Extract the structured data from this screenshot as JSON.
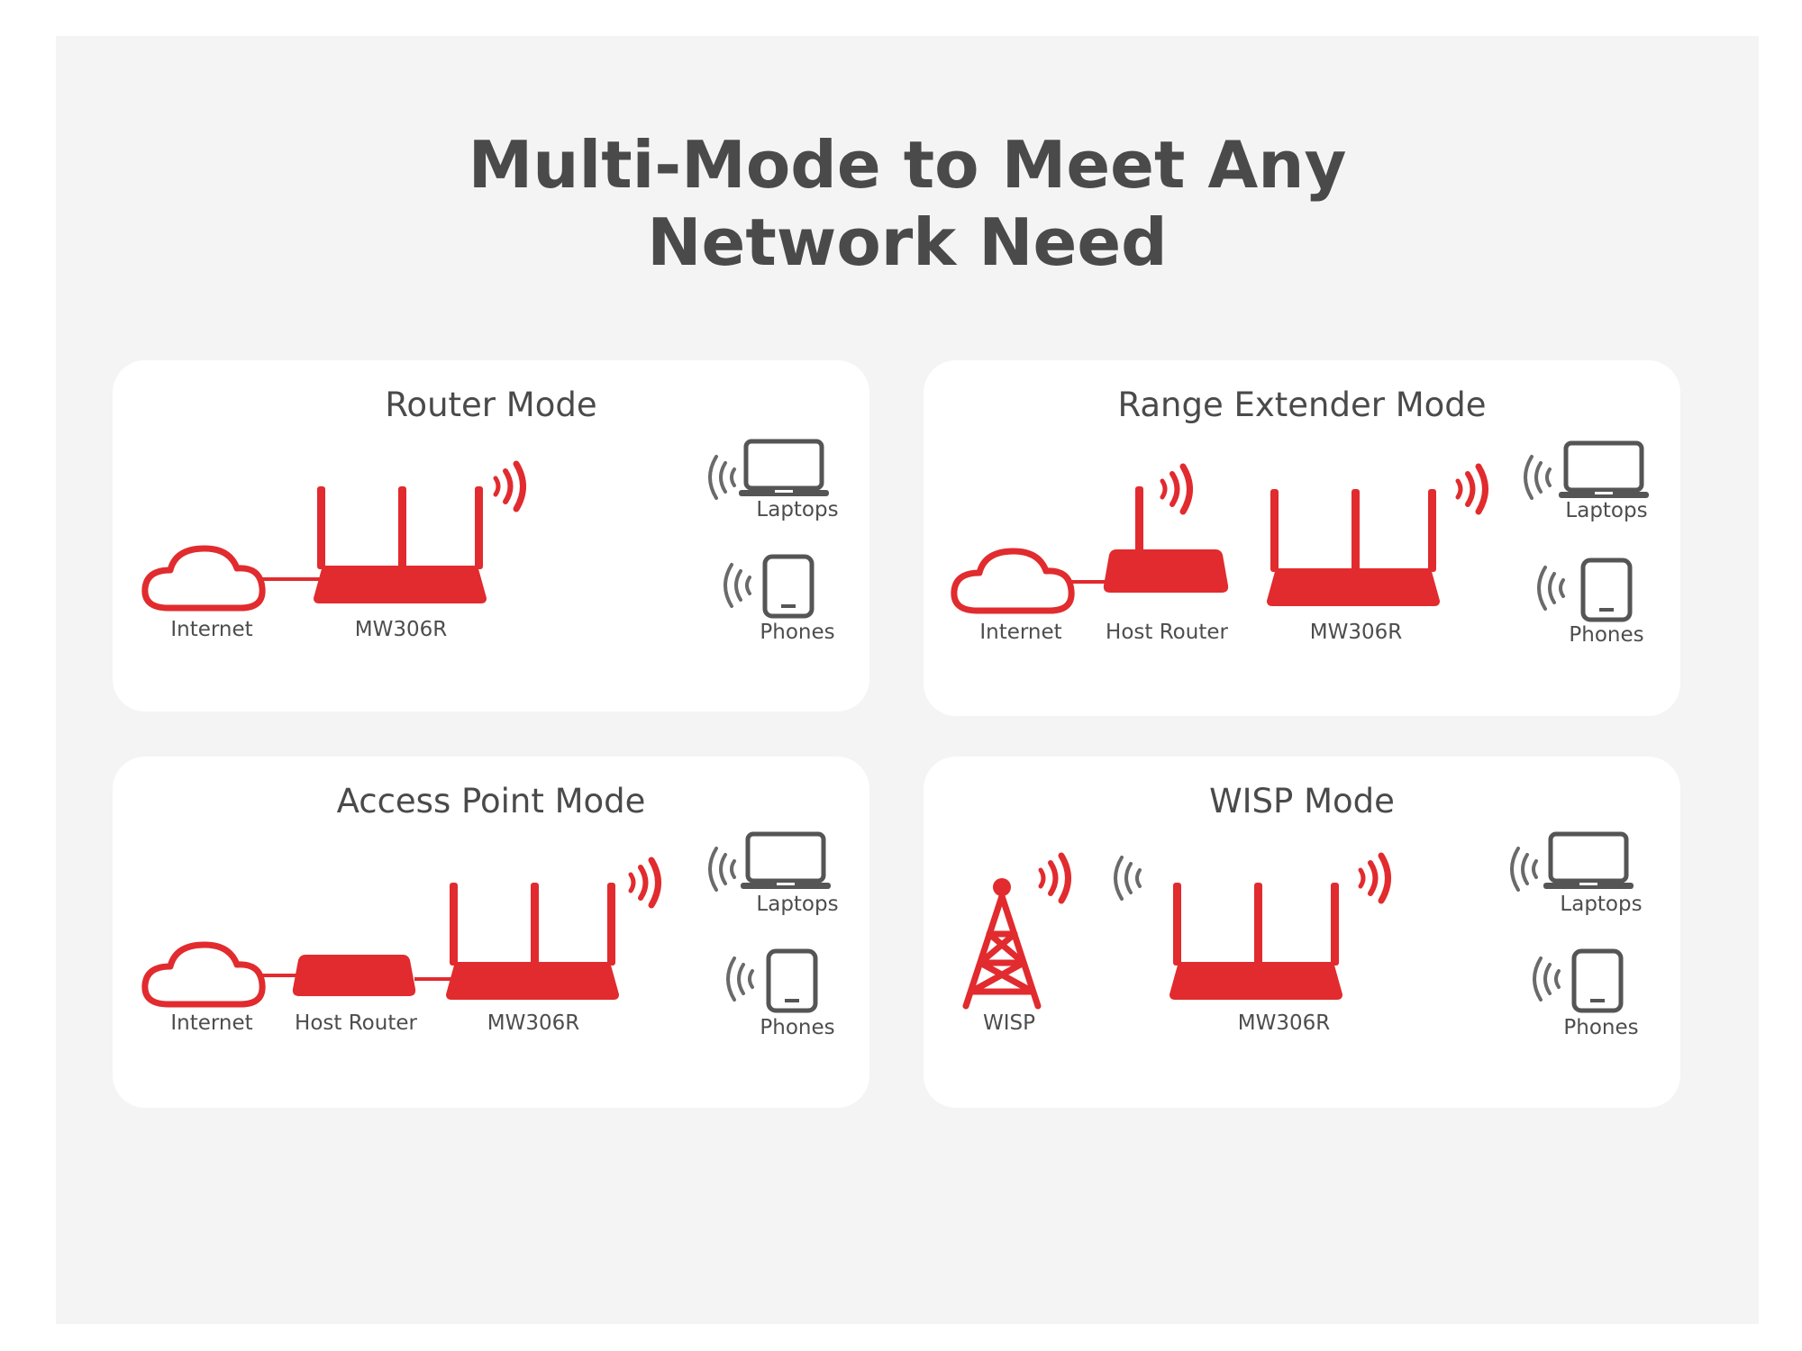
{
  "title": [
    "Multi-Mode to Meet Any",
    "Network Need"
  ],
  "colors": {
    "accent": "#e12b2e",
    "text": "#4a4a4a",
    "panel": "#f4f4f4",
    "card": "#ffffff"
  },
  "cards": [
    {
      "title": "Router Mode",
      "labels": {
        "internet": "Internet",
        "device": "MW306R",
        "laptops": "Laptops",
        "phones": "Phones"
      }
    },
    {
      "title": "Range Extender Mode",
      "labels": {
        "internet": "Internet",
        "host": "Host Router",
        "device": "MW306R",
        "laptops": "Laptops",
        "phones": "Phones"
      }
    },
    {
      "title": "Access Point Mode",
      "labels": {
        "internet": "Internet",
        "host": "Host Router",
        "device": "MW306R",
        "laptops": "Laptops",
        "phones": "Phones"
      }
    },
    {
      "title": "WISP Mode",
      "labels": {
        "wisp": "WISP",
        "device": "MW306R",
        "laptops": "Laptops",
        "phones": "Phones"
      }
    }
  ]
}
